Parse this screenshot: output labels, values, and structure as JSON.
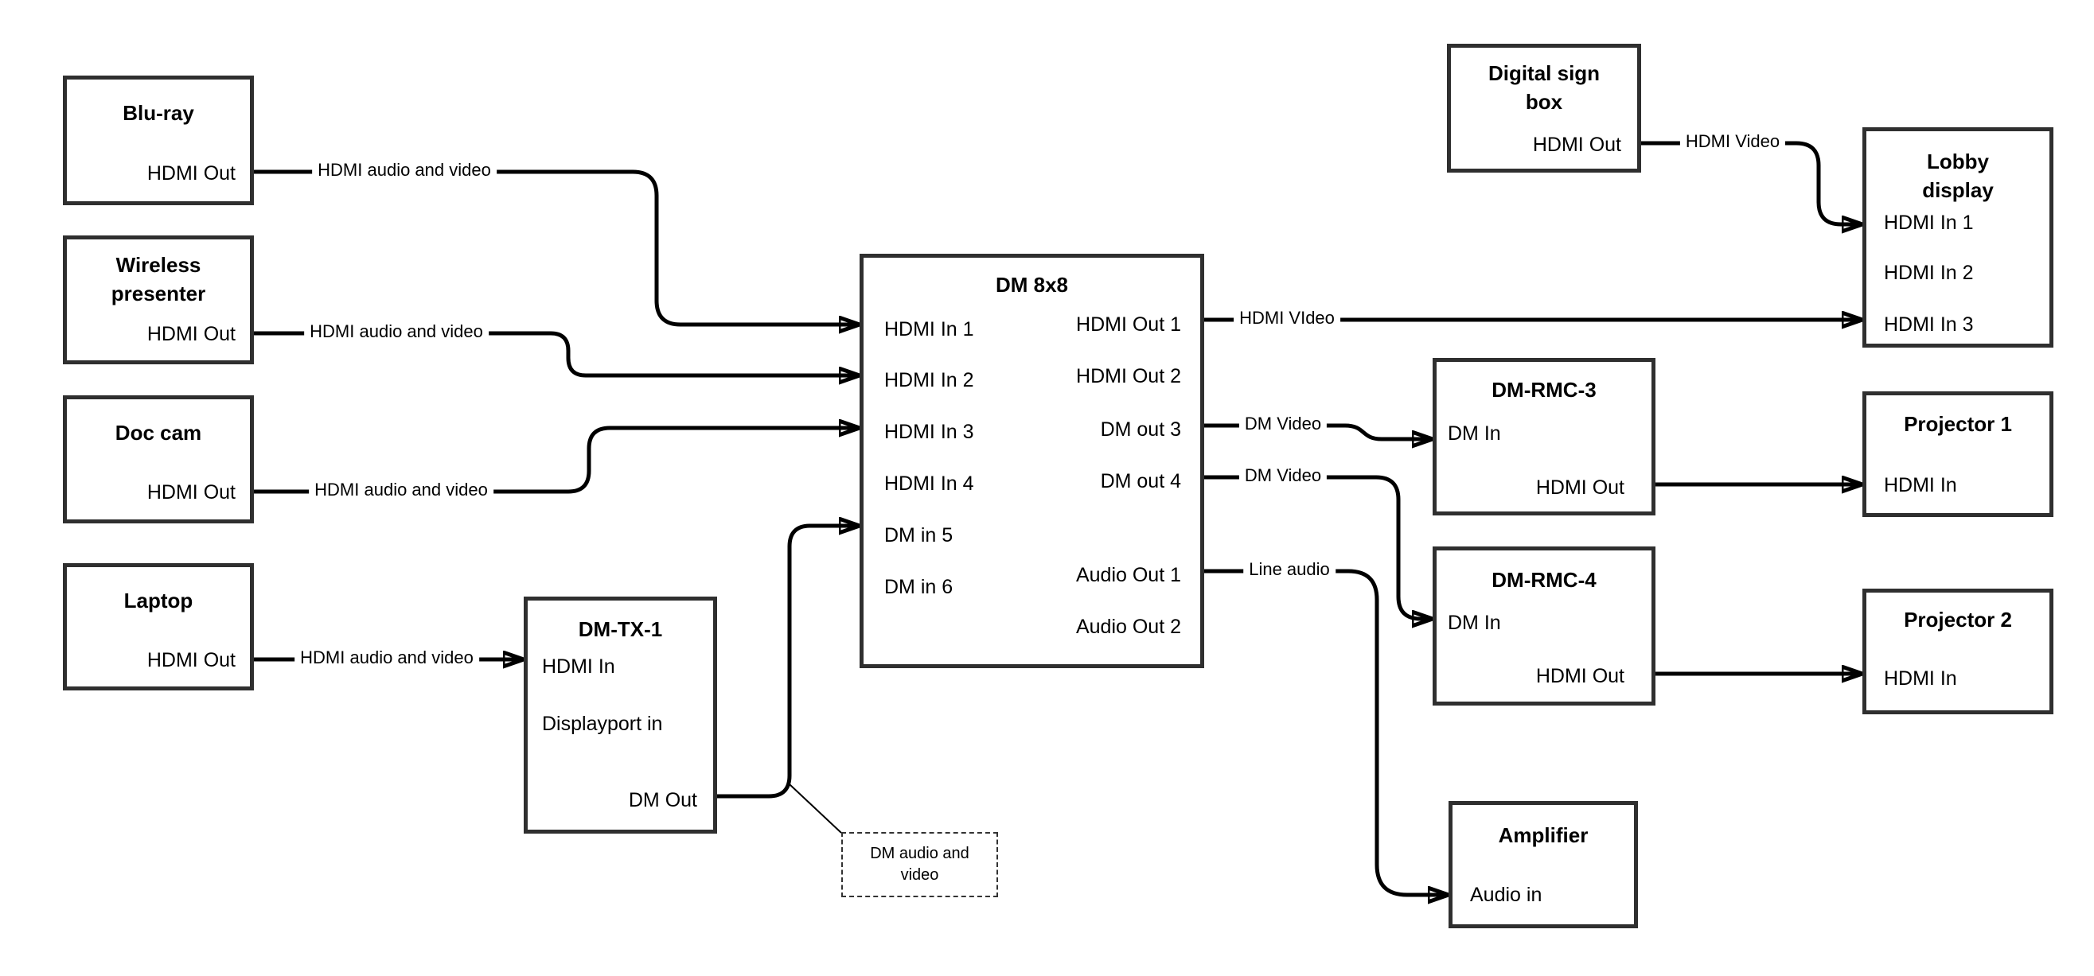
{
  "nodes": {
    "blu_ray": {
      "title": "Blu-ray",
      "hdmi_out": "HDMI Out"
    },
    "wireless_presenter": {
      "title": "Wireless presenter",
      "hdmi_out": "HDMI Out"
    },
    "doc_cam": {
      "title": "Doc cam",
      "hdmi_out": "HDMI Out"
    },
    "laptop": {
      "title": "Laptop",
      "hdmi_out": "HDMI Out"
    },
    "dm_tx_1": {
      "title": "DM-TX-1",
      "hdmi_in": "HDMI In",
      "displayport_in": "Displayport in",
      "dm_out": "DM Out"
    },
    "dm_8x8": {
      "title": "DM 8x8",
      "hdmi_in_1": "HDMI In 1",
      "hdmi_in_2": "HDMI In 2",
      "hdmi_in_3": "HDMI In 3",
      "hdmi_in_4": "HDMI In 4",
      "dm_in_5": "DM in 5",
      "dm_in_6": "DM in 6",
      "hdmi_out_1": "HDMI Out 1",
      "hdmi_out_2": "HDMI Out 2",
      "dm_out_3": "DM out 3",
      "dm_out_4": "DM out 4",
      "audio_out_1": "Audio Out 1",
      "audio_out_2": "Audio Out 2"
    },
    "digital_sign_box": {
      "title": "Digital sign box",
      "hdmi_out": "HDMI Out"
    },
    "lobby_display": {
      "title": "Lobby display",
      "hdmi_in_1": "HDMI In 1",
      "hdmi_in_2": "HDMI In 2",
      "hdmi_in_3": "HDMI In 3"
    },
    "dm_rmc_3": {
      "title": "DM-RMC-3",
      "dm_in": "DM In",
      "hdmi_out": "HDMI Out"
    },
    "projector_1": {
      "title": "Projector 1",
      "hdmi_in": "HDMI In"
    },
    "dm_rmc_4": {
      "title": "DM-RMC-4",
      "dm_in": "DM In",
      "hdmi_out": "HDMI Out"
    },
    "projector_2": {
      "title": "Projector 2",
      "hdmi_in": "HDMI In"
    },
    "amplifier": {
      "title": "Amplifier",
      "audio_in": "Audio in"
    }
  },
  "edge_labels": {
    "blu_ray_to_dm8x8": "HDMI audio and video",
    "wireless_to_dm8x8": "HDMI audio and video",
    "doc_cam_to_dm8x8": "HDMI audio and video",
    "laptop_to_dmtx": "HDMI audio and video",
    "hdmi_out_1_to_lobby": "HDMI VIdeo",
    "digital_sign_to_lobby": "HDMI Video",
    "dm_out_3_to_rmc3": "DM Video",
    "dm_out_4_to_rmc4": "DM Video",
    "audio_out_1_to_amp": "Line audio",
    "note": "DM audio and video"
  },
  "colors": {
    "line": "#000000",
    "box_border": "#2f2f2f",
    "background": "#ffffff",
    "text": "#000000"
  }
}
